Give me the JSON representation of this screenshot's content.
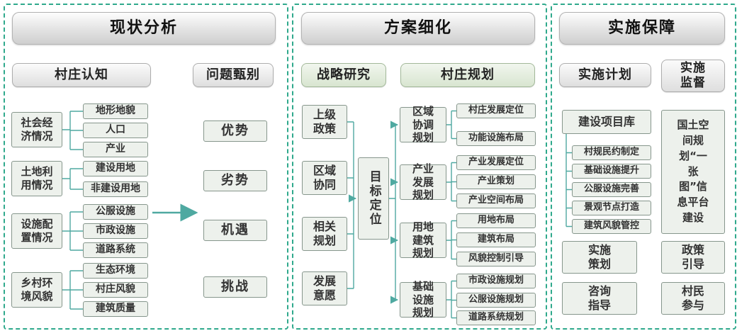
{
  "colors": {
    "panel_border": "#2fa98c",
    "connector": "#4fa9a1",
    "node_fill": "#edf1ec",
    "node_border": "#86968c"
  },
  "panel1": {
    "title": "现状分析",
    "headers": {
      "left": "村庄认知",
      "right": "问题甄别"
    },
    "groups": [
      {
        "label": "社会经济情况",
        "items": [
          "地形地貌",
          "人口",
          "产业"
        ]
      },
      {
        "label": "土地利用情况",
        "items": [
          "建设用地",
          "非建设用地"
        ]
      },
      {
        "label": "设施配置情况",
        "items": [
          "公服设施",
          "市政设施",
          "道路系统"
        ]
      },
      {
        "label": "乡村环境风貌",
        "items": [
          "生态环境",
          "村庄风貌",
          "建筑质量"
        ]
      }
    ],
    "results": [
      "优势",
      "劣势",
      "机遇",
      "挑战"
    ]
  },
  "panel2": {
    "title": "方案细化",
    "headers": {
      "left": "战略研究",
      "right": "村庄规划"
    },
    "inputs": [
      "上级政策",
      "区域协同",
      "相关规划",
      "发展意愿"
    ],
    "hub": "目标定位",
    "groups": [
      {
        "label": "区域协调规划",
        "items": [
          "村庄发展定位",
          "功能设施布局"
        ]
      },
      {
        "label": "产业发展规划",
        "items": [
          "产业发展定位",
          "产业策划",
          "产业空间布局"
        ]
      },
      {
        "label": "用地建筑规划",
        "items": [
          "用地布局",
          "建筑布局",
          "风貌控制引导"
        ]
      },
      {
        "label": "基础设施规划",
        "items": [
          "市政设施规划",
          "公服设施规划",
          "道路系统规划"
        ]
      }
    ]
  },
  "panel3": {
    "title": "实施保障",
    "headers": {
      "left": "实施计划",
      "right": "实施监督"
    },
    "project_library": {
      "label": "建设项目库",
      "items": [
        "村规民约制定",
        "基础设施提升",
        "公服设施完善",
        "景观节点打造",
        "建筑风貌管控"
      ]
    },
    "left_boxes": [
      "实施策划",
      "咨询指导"
    ],
    "platform": "国土空间规划“一张图”信息平台建设",
    "right_boxes": [
      "政策引导",
      "村民参与"
    ]
  }
}
